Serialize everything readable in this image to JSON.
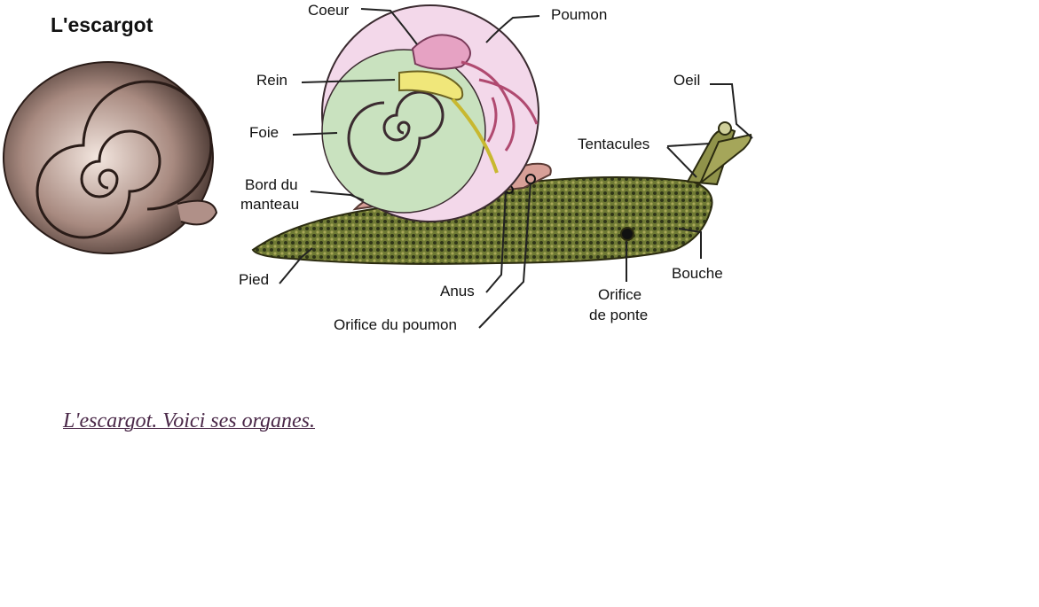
{
  "title": "L'escargot",
  "labels": {
    "coeur": "Coeur",
    "poumon": "Poumon",
    "rein": "Rein",
    "foie": "Foie",
    "bord_line1": "Bord du",
    "bord_line2": "manteau",
    "pied": "Pied",
    "anus": "Anus",
    "orifice_poumon": "Orifice du poumon",
    "oeil": "Oeil",
    "tentacules": "Tentacules",
    "bouche": "Bouche",
    "ponte_line1": "Orifice",
    "ponte_line2": "de ponte"
  },
  "caption": "L'escargot. Voici ses organes."
}
